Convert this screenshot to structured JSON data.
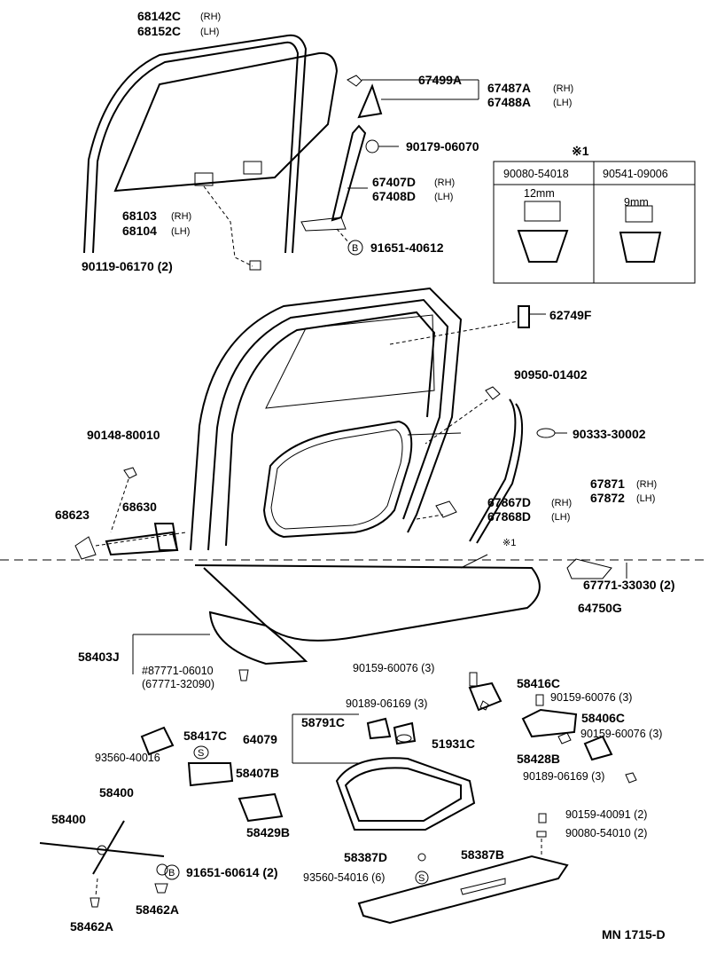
{
  "labels": {
    "l68142C": "68142C",
    "l68142C_side": "(RH)",
    "l68152C": "68152C",
    "l68152C_side": "(LH)",
    "l67499A": "67499A",
    "l67487A": "67487A",
    "l67487A_side": "(RH)",
    "l67488A": "67488A",
    "l67488A_side": "(LH)",
    "l90179": "90179-06070",
    "l67407D": "67407D",
    "l67407D_side": "(RH)",
    "l67408D": "67408D",
    "l67408D_side": "(LH)",
    "l68103": "68103",
    "l68103_side": "(RH)",
    "l68104": "68104",
    "l68104_side": "(LH)",
    "lB": "B",
    "l91651_40612": "91651-40612",
    "l90119": "90119-06170 (2)",
    "l62749F": "62749F",
    "l90950": "90950-01402",
    "l90333": "90333-30002",
    "l90148": "90148-80010",
    "l67871": "67871",
    "l67871_side": "(RH)",
    "l67872": "67872",
    "l67872_side": "(LH)",
    "l67867D": "67867D",
    "l67867D_side": "(RH)",
    "l67868D": "67868D",
    "l67868D_side": "(LH)",
    "l68623": "68623",
    "l68630": "68630",
    "l_note1": "※1",
    "l67771_33030": "67771-33030 (2)",
    "l64750G": "64750G",
    "l58403J": "58403J",
    "l87771": "#87771-06010",
    "l67771_32090": "(67771-32090)",
    "l90159_a": "90159-60076 (3)",
    "l58416C": "58416C",
    "l90189_a": "90189-06169 (3)",
    "l90159_b": "90159-60076 (3)",
    "l58406C": "58406C",
    "l58791C": "58791C",
    "l64079": "64079",
    "l51931C": "51931C",
    "l90159_c": "90159-60076 (3)",
    "l58417C": "58417C",
    "l93560_40016": "93560-40016",
    "lS1": "S",
    "l58407B": "58407B",
    "l58428B": "58428B",
    "l90189_b": "90189-06169 (3)",
    "l58400a": "58400",
    "l58400b": "58400",
    "l58429B": "58429B",
    "l90159_40091": "90159-40091 (2)",
    "l90080_54010": "90080-54010 (2)",
    "l58387D": "58387D",
    "l58387B": "58387B",
    "lB2": "B",
    "l91651_60614": "91651-60614 (2)",
    "l93560_54016": "93560-54016 (6)",
    "lS2": "S",
    "l58462A_a": "58462A",
    "l58462A_b": "58462A",
    "code": "MN 1715-D"
  },
  "note_box": {
    "title": "※1",
    "col1": "90080-54018",
    "col2": "90541-09006",
    "size1": "12mm",
    "size2": "9mm"
  }
}
